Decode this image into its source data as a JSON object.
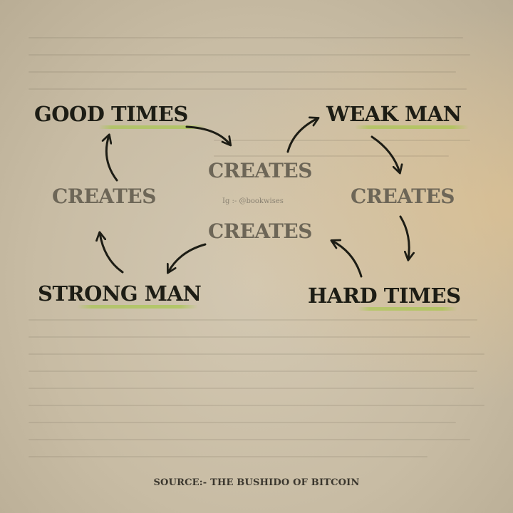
{
  "diagram": {
    "nodes": {
      "good_times": "GOOD TIMES",
      "weak_man": "WEAK MAN",
      "hard_times": "HARD TIMES",
      "strong_man": "STRONG MAN"
    },
    "connectors": {
      "center_top": "CREATES",
      "right": "CREATES",
      "center_bottom": "CREATES",
      "left": "CREATES"
    },
    "watermark": "Ig :- @bookwises"
  },
  "source": "SOURCE:- THE BUSHIDO OF BITCOIN",
  "colors": {
    "ink": "#1d1d15",
    "connector_text": "#6d6657",
    "highlight": "#a0c83c",
    "paper": "#cbbfa6"
  }
}
